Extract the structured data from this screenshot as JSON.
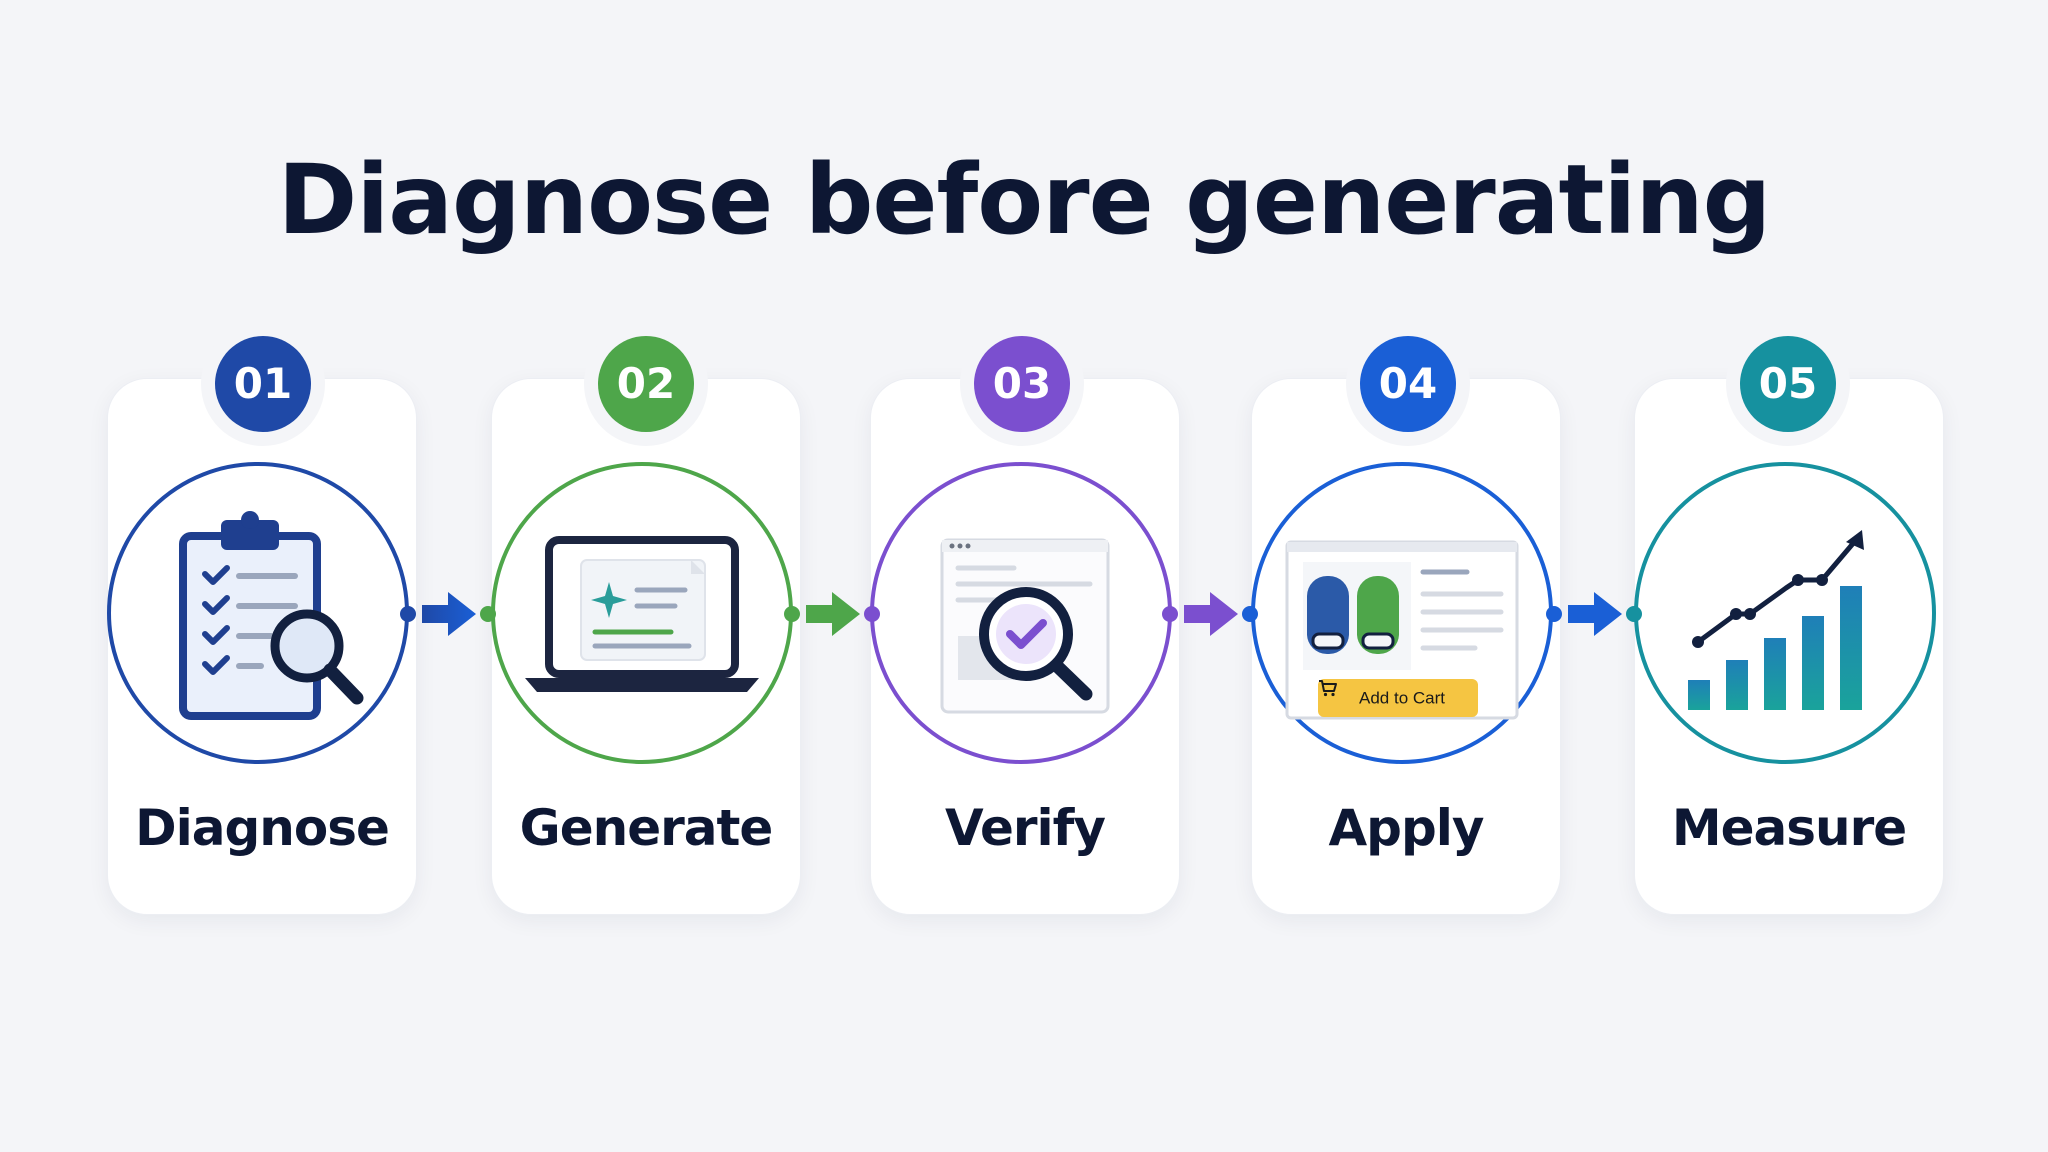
{
  "title": "Diagnose before generating",
  "steps": [
    {
      "number": "01",
      "label": "Diagnose",
      "color": "#1f49a7"
    },
    {
      "number": "02",
      "label": "Generate",
      "color": "#4ea64a"
    },
    {
      "number": "03",
      "label": "Verify",
      "color": "#7b4fcf"
    },
    {
      "number": "04",
      "label": "Apply",
      "color": "#1a5fd6"
    },
    {
      "number": "05",
      "label": "Measure",
      "color": "#16919f"
    }
  ],
  "apply": {
    "cart_button": "Add to Cart"
  },
  "icons": {
    "step1": "clipboard-magnifier-icon",
    "step2": "laptop-sparkle-icon",
    "step3": "browser-check-magnifier-icon",
    "step4": "product-page-icon",
    "step5": "growth-chart-icon"
  }
}
